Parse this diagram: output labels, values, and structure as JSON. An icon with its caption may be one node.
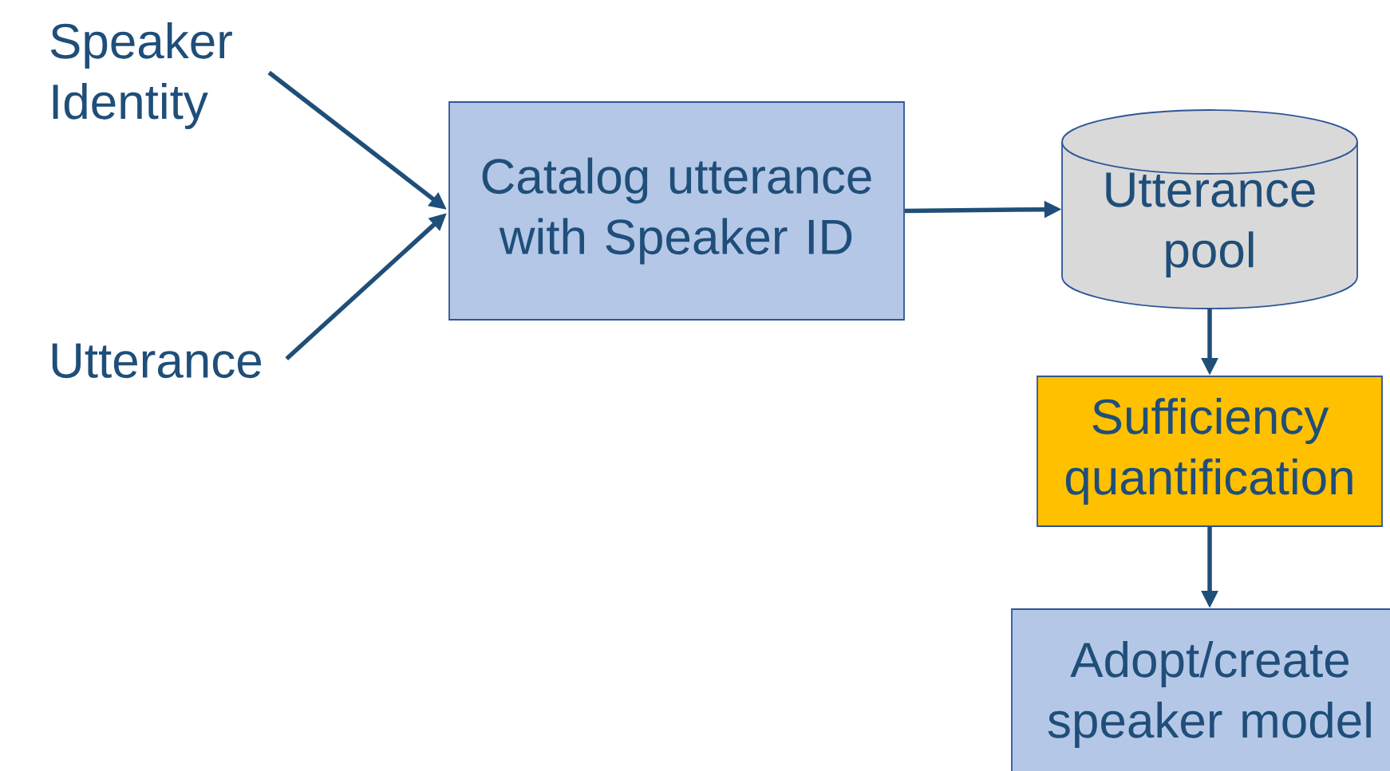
{
  "diagram": {
    "nodes": [
      {
        "text": [
          "Speaker Identity"
        ]
      },
      {
        "text": [
          "Utterance"
        ]
      },
      {
        "text": [
          "Catalog utterance with Speaker ID"
        ]
      },
      {
        "text": [
          "Utterance pool"
        ]
      },
      {
        "text": [
          "Sufficiency quantification"
        ]
      },
      {
        "text": [
          "Adopt/create speaker model"
        ]
      }
    ],
    "edges": [
      {
        "from": 0,
        "to": 2,
        "arrow": "to"
      },
      {
        "from": 1,
        "to": 2,
        "arrow": "to"
      },
      {
        "from": 2,
        "to": 3,
        "arrow": "to"
      },
      {
        "from": 3,
        "to": 4,
        "arrow": "to"
      },
      {
        "from": 4,
        "to": 5,
        "arrow": "to"
      }
    ]
  }
}
